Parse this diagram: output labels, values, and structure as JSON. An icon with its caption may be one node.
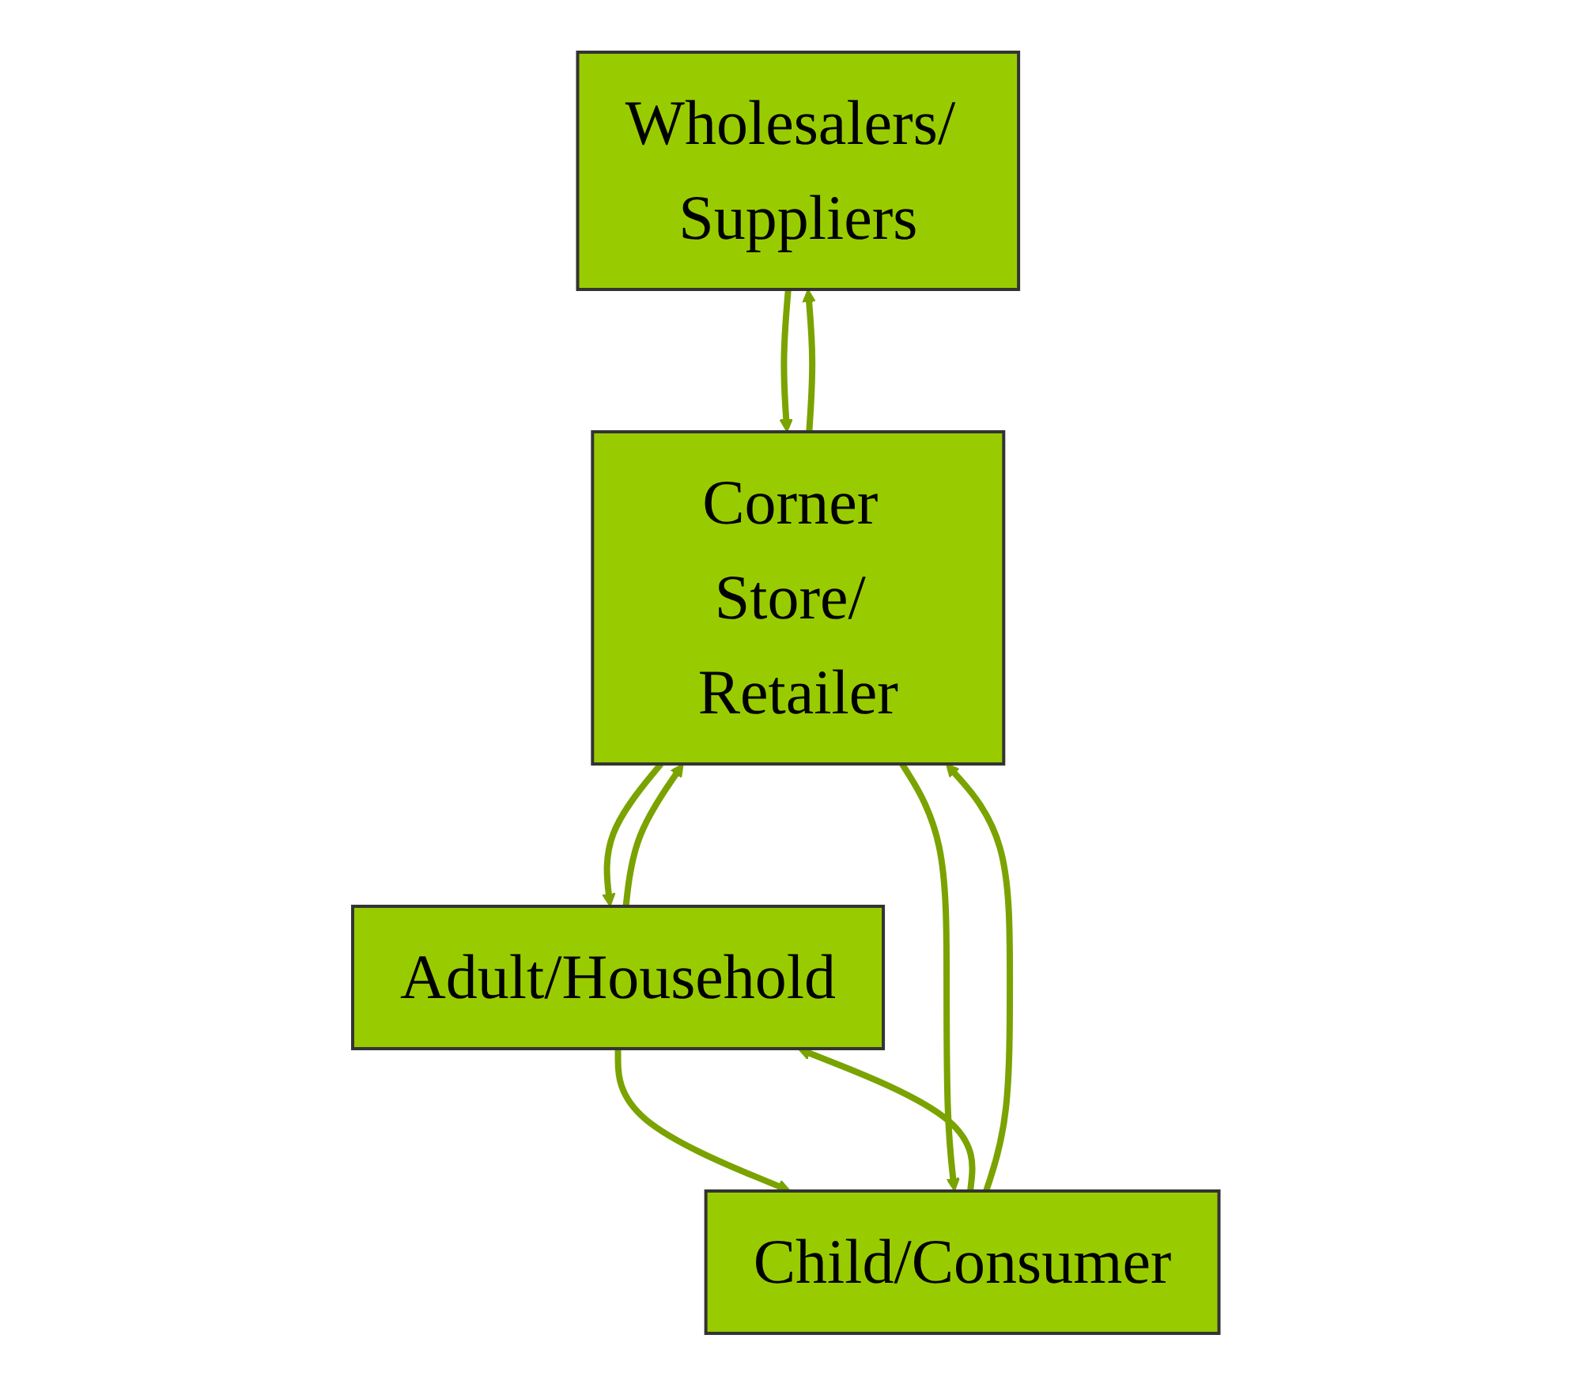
{
  "diagram": {
    "nodes": [
      {
        "text": [
          "Wholesalers/ Suppliers"
        ]
      },
      {
        "text": [
          "Corner Store/ Retailer"
        ]
      },
      {
        "text": [
          "Adult/Household"
        ]
      },
      {
        "text": [
          "Child/Consumer"
        ]
      }
    ],
    "edges": [
      {
        "from": 0,
        "to": 1,
        "arrow": "to"
      },
      {
        "from": 1,
        "to": 0,
        "arrow": "to"
      },
      {
        "from": 1,
        "to": 2,
        "arrow": "to"
      },
      {
        "from": 2,
        "to": 1,
        "arrow": "to"
      },
      {
        "from": 2,
        "to": 3,
        "arrow": "to"
      },
      {
        "from": 3,
        "to": 2,
        "arrow": "to"
      },
      {
        "from": 1,
        "to": 3,
        "arrow": "to"
      },
      {
        "from": 3,
        "to": 1,
        "arrow": "to"
      }
    ]
  }
}
